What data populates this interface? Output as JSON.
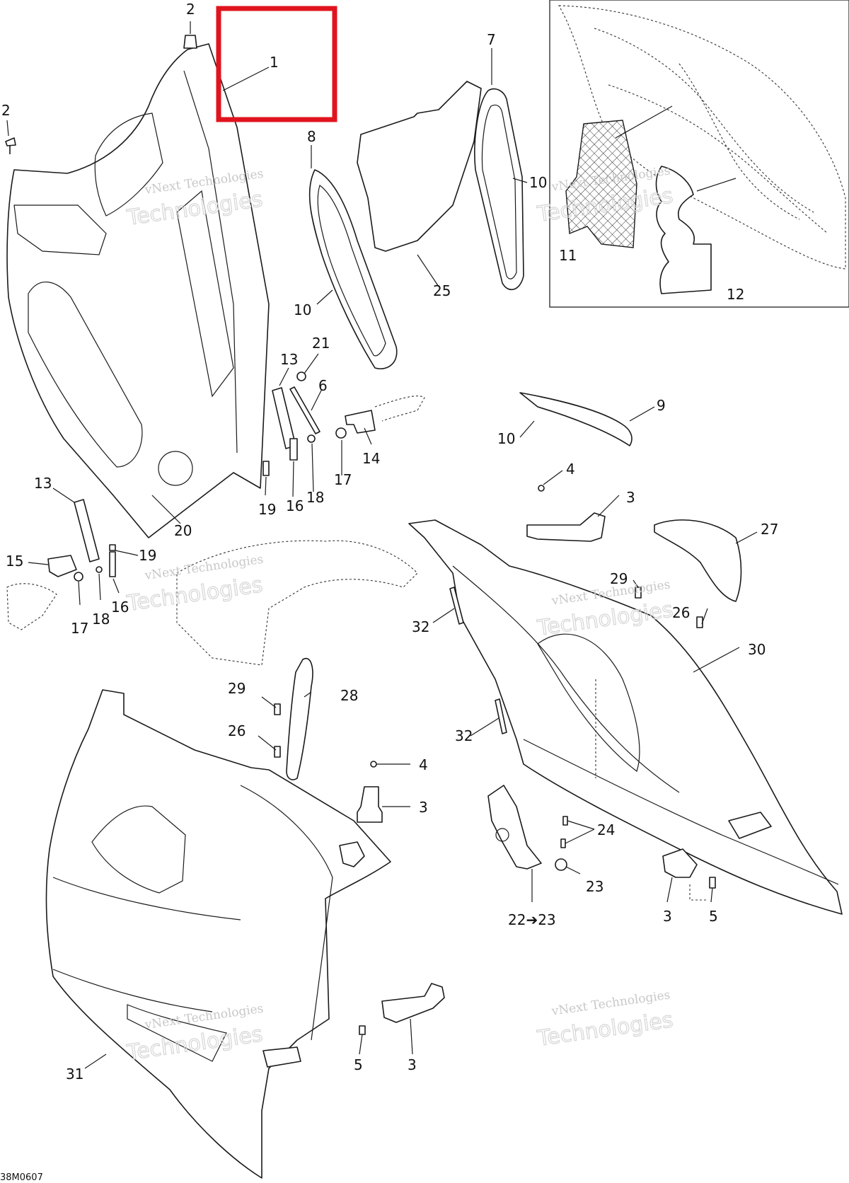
{
  "callouts": {
    "c1": "1",
    "c2a": "2",
    "c2b": "2",
    "c3a": "3",
    "c3b": "3",
    "c3c": "3",
    "c3d": "3",
    "c4a": "4",
    "c4b": "4",
    "c5a": "5",
    "c5b": "5",
    "c6": "6",
    "c7": "7",
    "c8": "8",
    "c9": "9",
    "c10a": "10",
    "c10b": "10",
    "c10c": "10",
    "c11": "11",
    "c12": "12",
    "c13a": "13",
    "c13b": "13",
    "c14": "14",
    "c15": "15",
    "c16a": "16",
    "c16b": "16",
    "c17a": "17",
    "c17b": "17",
    "c18a": "18",
    "c18b": "18",
    "c19a": "19",
    "c19b": "19",
    "c20": "20",
    "c21": "21",
    "c22": "22➔23",
    "c23": "23",
    "c24": "24",
    "c25": "25",
    "c26a": "26",
    "c26b": "26",
    "c27": "27",
    "c28": "28",
    "c29a": "29",
    "c29b": "29",
    "c30": "30",
    "c31": "31",
    "c32a": "32",
    "c32b": "32"
  },
  "watermark": {
    "line1": "vNext Technologies",
    "line2": "Technologies"
  },
  "doc_id": "38M0607",
  "highlight_color": "#e0141e"
}
